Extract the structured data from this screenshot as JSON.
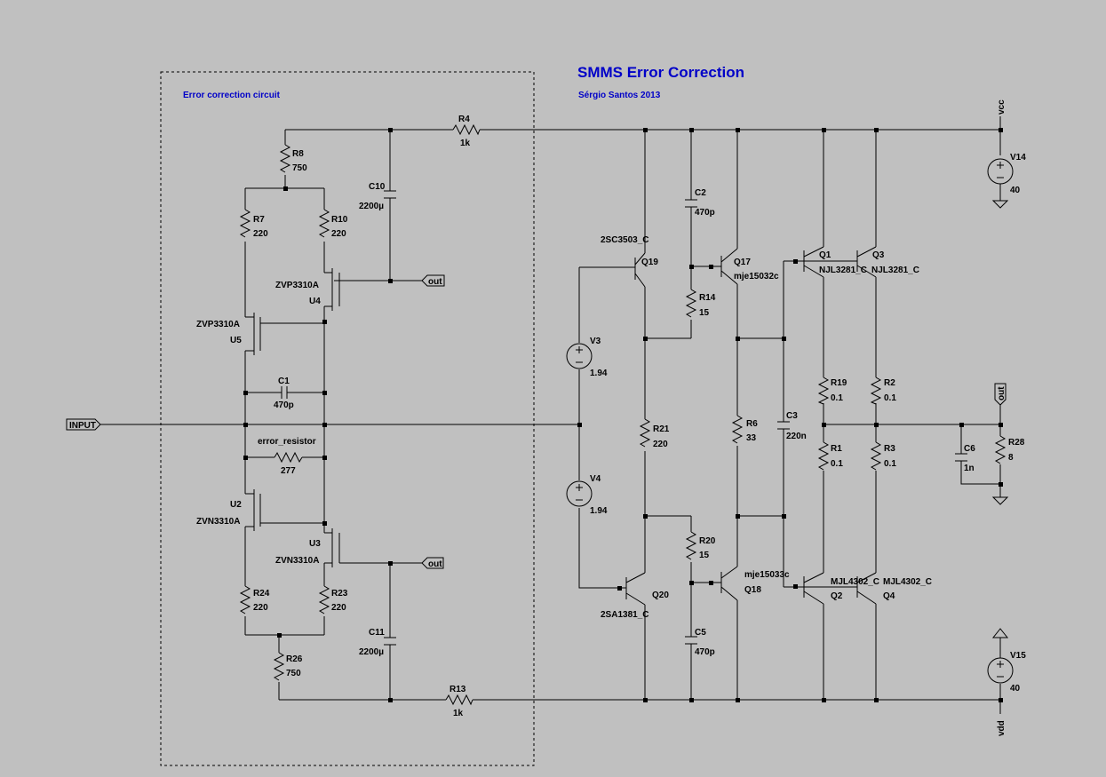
{
  "title": "SMMS Error Correction",
  "author": "Sérgio Santos 2013",
  "section_label": "Error correction circuit",
  "ports": {
    "input": "INPUT",
    "out_top": "out",
    "out_bottom": "out",
    "out_right": "out",
    "vcc": "vcc",
    "vdd": "vdd"
  },
  "components": {
    "R4": {
      "name": "R4",
      "value": "1k"
    },
    "R8": {
      "name": "R8",
      "value": "750"
    },
    "C10": {
      "name": "C10",
      "value": "2200µ"
    },
    "R7": {
      "name": "R7",
      "value": "220"
    },
    "R10": {
      "name": "R10",
      "value": "220"
    },
    "U4": {
      "name": "U4",
      "model": "ZVP3310A"
    },
    "U5": {
      "name": "U5",
      "model": "ZVP3310A"
    },
    "C1": {
      "name": "C1",
      "value": "470p"
    },
    "error_resistor": {
      "name": "error_resistor",
      "value": "277"
    },
    "U2": {
      "name": "U2",
      "model": "ZVN3310A"
    },
    "U3": {
      "name": "U3",
      "model": "ZVN3310A"
    },
    "R24": {
      "name": "R24",
      "value": "220"
    },
    "R23": {
      "name": "R23",
      "value": "220"
    },
    "C11": {
      "name": "C11",
      "value": "2200µ"
    },
    "R26": {
      "name": "R26",
      "value": "750"
    },
    "R13": {
      "name": "R13",
      "value": "1k"
    },
    "V3": {
      "name": "V3",
      "value": "1.94"
    },
    "V4": {
      "name": "V4",
      "value": "1.94"
    },
    "Q19": {
      "name": "Q19",
      "model": "2SC3503_C"
    },
    "Q20": {
      "name": "Q20",
      "model": "2SA1381_C"
    },
    "C2": {
      "name": "C2",
      "value": "470p"
    },
    "R14": {
      "name": "R14",
      "value": "15"
    },
    "Q17": {
      "name": "Q17",
      "model": "mje15032c"
    },
    "R21": {
      "name": "R21",
      "value": "220"
    },
    "R6": {
      "name": "R6",
      "value": "33"
    },
    "C3": {
      "name": "C3",
      "value": "220n"
    },
    "R20": {
      "name": "R20",
      "value": "15"
    },
    "Q18": {
      "name": "Q18",
      "model": "mje15033c"
    },
    "C5": {
      "name": "C5",
      "value": "470p"
    },
    "Q1": {
      "name": "Q1",
      "model": "NJL3281_C"
    },
    "Q3": {
      "name": "Q3",
      "model": "NJL3281_C"
    },
    "Q2": {
      "name": "Q2",
      "model": "MJL4302_C"
    },
    "Q4": {
      "name": "Q4",
      "model": "MJL4302_C"
    },
    "R19": {
      "name": "R19",
      "value": "0.1"
    },
    "R2": {
      "name": "R2",
      "value": "0.1"
    },
    "R1": {
      "name": "R1",
      "value": "0.1"
    },
    "R3": {
      "name": "R3",
      "value": "0.1"
    },
    "C6": {
      "name": "C6",
      "value": "1n"
    },
    "R28": {
      "name": "R28",
      "value": "8"
    },
    "V14": {
      "name": "V14",
      "value": "40"
    },
    "V15": {
      "name": "V15",
      "value": "40"
    }
  }
}
